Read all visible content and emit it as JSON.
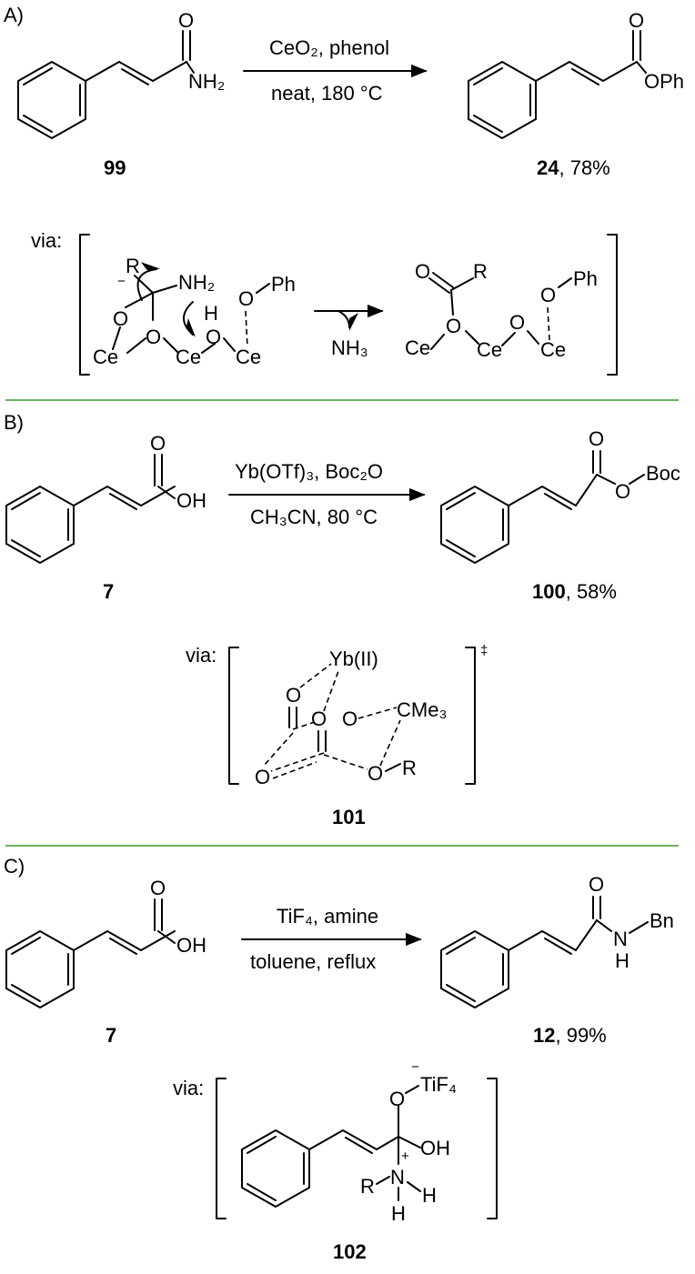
{
  "sections": {
    "a": {
      "label": "A)",
      "reagents_top": "CeO₂, phenol",
      "reagents_bottom": "neat, 180 °C",
      "reactant_group": "NH₂",
      "product_group": "OPh",
      "reactant_id": "99",
      "product_id": "24",
      "product_yield": ", 78%",
      "via_label": "via:",
      "intermediate": {
        "r": "R",
        "nh2": "NH₂",
        "h": "H",
        "o": "O",
        "ph": "Ph",
        "ce": "Ce",
        "byproduct": "NH₃"
      }
    },
    "b": {
      "label": "B)",
      "reagents_top": "Yb(OTf)₃, Boc₂O",
      "reagents_bottom": "CH₃CN, 80 °C",
      "reactant_group": "OH",
      "product_group": "Boc",
      "reactant_id": "7",
      "product_id": "100",
      "product_yield": ", 58%",
      "via_label": "via:",
      "ts_symbol": "‡",
      "ts_id": "101",
      "intermediate": {
        "yb": "Yb(II)",
        "cme3": "CMe₃",
        "o": "O",
        "r": "R"
      }
    },
    "c": {
      "label": "C)",
      "reagents_top": "TiF₄, amine",
      "reagents_bottom": "toluene, reflux",
      "reactant_group": "OH",
      "product_n": "N",
      "product_h": "H",
      "product_bn": "Bn",
      "reactant_id": "7",
      "product_id": "12",
      "product_yield": ", 99%",
      "via_label": "via:",
      "intermediate_id": "102",
      "intermediate": {
        "tif4": "TiF₄",
        "o": "O",
        "oh": "OH",
        "n": "N",
        "h": "H",
        "r": "R",
        "minus": "−",
        "plus": "+"
      }
    }
  },
  "colors": {
    "separator": "#3a9a2e",
    "ink": "#000000"
  }
}
